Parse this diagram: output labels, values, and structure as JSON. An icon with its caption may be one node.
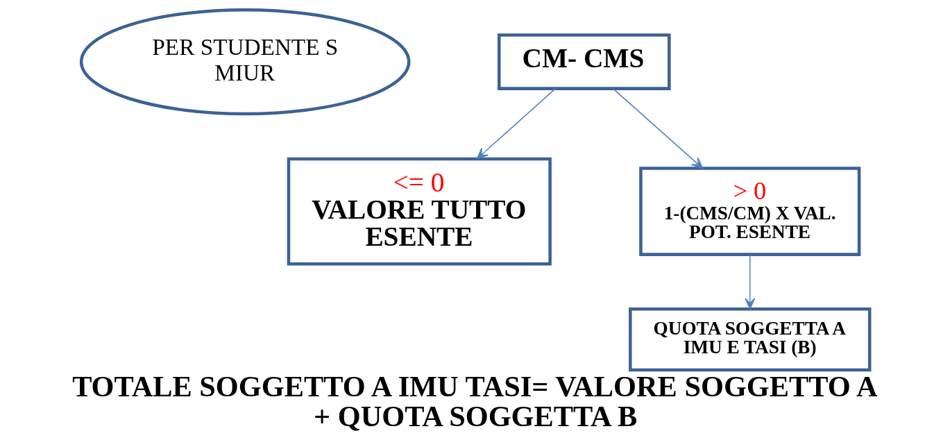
{
  "diagram": {
    "caption": "TOTALE SOGGETTO A IMU TASI= VALORE SOGGETTO A + QUOTA SOGGETTA B",
    "nodes": [
      {
        "text": [
          "PER STUDENTE S MIUR"
        ]
      },
      {
        "text": [
          "CM- CMS"
        ]
      },
      {
        "text": [
          "<= 0",
          "VALORE TUTTO ESENTE"
        ]
      },
      {
        "text": [
          "> 0",
          "1-(CMS/CM) X VAL. POT. ESENTE"
        ]
      },
      {
        "text": [
          "QUOTA SOGGETTA A IMU E TASI (B)"
        ]
      }
    ],
    "edges": [
      {
        "from": 1,
        "to": 2,
        "arrow": "to"
      },
      {
        "from": 1,
        "to": 3,
        "arrow": "to"
      },
      {
        "from": 3,
        "to": 4,
        "arrow": "to"
      }
    ]
  }
}
